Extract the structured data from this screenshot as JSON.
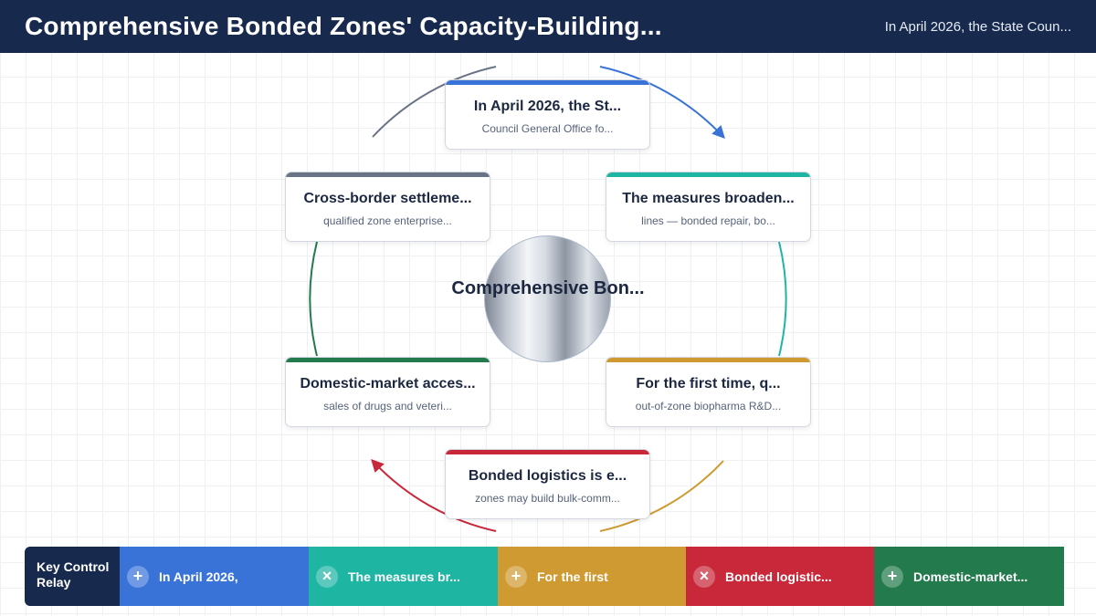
{
  "header": {
    "title": "Comprehensive Bonded Zones' Capacity-Building...",
    "subtitle": "In April 2026, the State Coun..."
  },
  "hub": {
    "label": "Comprehensive Bon..."
  },
  "nodes": [
    {
      "title": "In April 2026, the St...",
      "sub": "Council General Office fo...",
      "color": "#3a73d8"
    },
    {
      "title": "The measures broaden...",
      "sub": "lines — bonded repair, bo...",
      "color": "#1fb5a3"
    },
    {
      "title": "For the first time, q...",
      "sub": "out-of-zone biopharma R&D...",
      "color": "#cf9a31"
    },
    {
      "title": "Bonded logistics is e...",
      "sub": "zones may build bulk-comm...",
      "color": "#c8283a"
    },
    {
      "title": "Domestic-market acces...",
      "sub": "sales of drugs and veteri...",
      "color": "#227a4d"
    },
    {
      "title": "Cross-border settleme...",
      "sub": "qualified zone enterprise...",
      "color": "#6a7386"
    }
  ],
  "relay": {
    "label": "Key Control Relay",
    "segments": [
      {
        "icon": "+",
        "icon_name": "plus-icon",
        "label": "In April 2026,",
        "color": "#3a73d8"
      },
      {
        "icon": "×",
        "icon_name": "close-icon",
        "label": "The measures br...",
        "color": "#1fb5a3"
      },
      {
        "icon": "+",
        "icon_name": "plus-icon",
        "label": "For the first",
        "color": "#cf9a31"
      },
      {
        "icon": "×",
        "icon_name": "close-icon",
        "label": "Bonded logistic...",
        "color": "#c8283a"
      },
      {
        "icon": "+",
        "icon_name": "plus-icon",
        "label": "Domestic-market...",
        "color": "#227a4d"
      }
    ]
  }
}
